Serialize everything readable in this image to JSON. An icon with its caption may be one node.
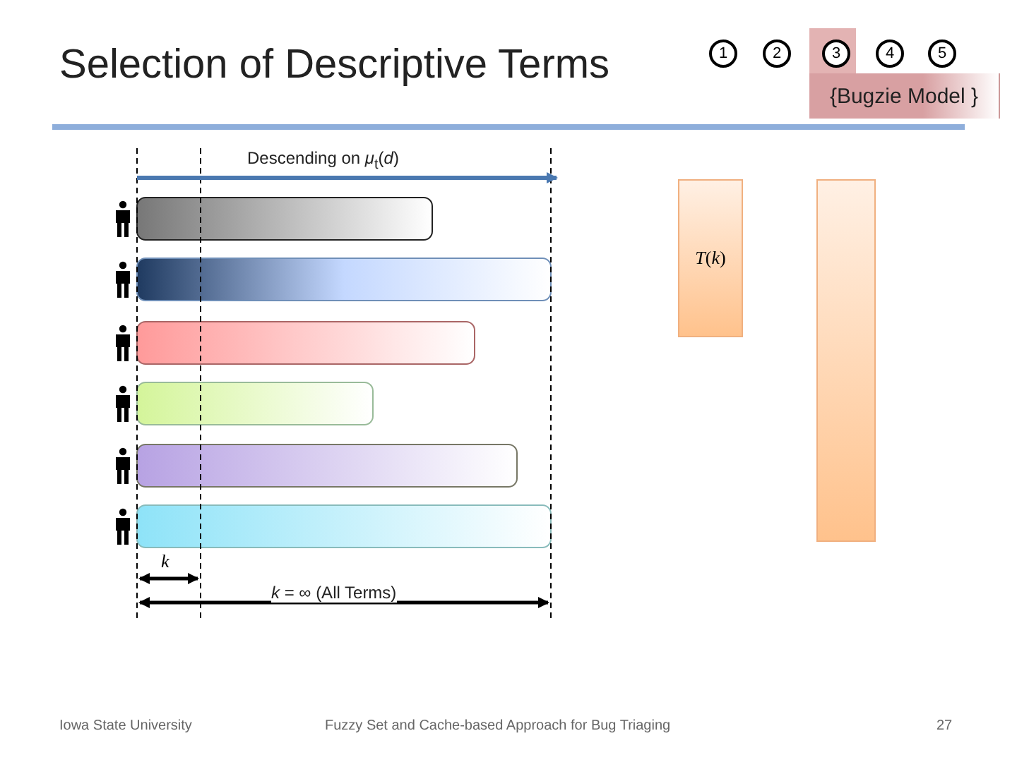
{
  "diagram": {
    "title": "Selection of Descriptive Terms",
    "nodes": [
      {
        "text": [
          "1"
        ]
      },
      {
        "text": [
          "2"
        ]
      },
      {
        "text": [
          "3"
        ]
      },
      {
        "text": [
          "4"
        ]
      },
      {
        "text": [
          "5"
        ]
      },
      {
        "text": [
          "{Bugzie Model }"
        ]
      },
      {
        "text": [
          "*T*(*k*)"
        ]
      },
      {
        "text": [],
        "shape": "box"
      },
      {
        "text": [],
        "shape": "bar"
      },
      {
        "text": [],
        "shape": "bar"
      },
      {
        "text": [],
        "shape": "bar"
      },
      {
        "text": [],
        "shape": "bar"
      },
      {
        "text": [],
        "shape": "bar"
      },
      {
        "text": [],
        "shape": "bar"
      }
    ],
    "edges": [],
    "labels": [
      "Descending on *μ*$_{t}$(*d*)",
      "*k*",
      "*k* = ∞ (All Terms)",
      "Iowa State University",
      "Fuzzy Set and Cache-based Approach for Bug Triaging",
      "27"
    ]
  }
}
